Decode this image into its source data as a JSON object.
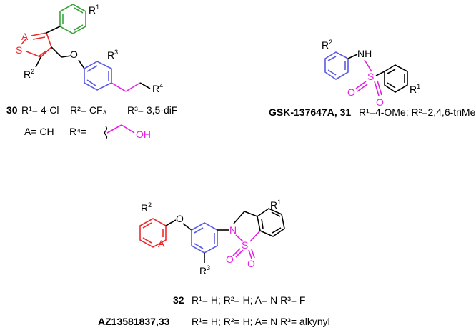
{
  "compound_30": {
    "number": "30",
    "r1": "R¹= 4-Cl",
    "r2": "R²= CF₃",
    "r3": "R³= 3,5-diF",
    "a": "A= CH",
    "r4": "R⁴=",
    "oh": "OH"
  },
  "compound_31": {
    "name": "GSK-137647A, 31",
    "subs": "R¹=4-OMe; R²=2,4,6-triMe"
  },
  "compound_32": {
    "number": "32",
    "subs": "R¹= H; R²= H; A= N R³= F"
  },
  "compound_33": {
    "name": "AZ13581837,33",
    "subs": "R¹= H; R²= H; A= N R³= alkynyl"
  },
  "atoms": {
    "r1": "R",
    "r1sup": "1",
    "r2": "R",
    "r2sup": "2",
    "r3": "R",
    "r3sup": "3",
    "r4": "R",
    "r4sup": "4",
    "a": "A",
    "s": "S",
    "o": "O",
    "nh": "NH",
    "n": "N"
  },
  "colors": {
    "green": "#3aa33a",
    "red": "#ee2b2b",
    "blue": "#5a5ae6",
    "magenta": "#e61ee6",
    "black": "#000000"
  }
}
